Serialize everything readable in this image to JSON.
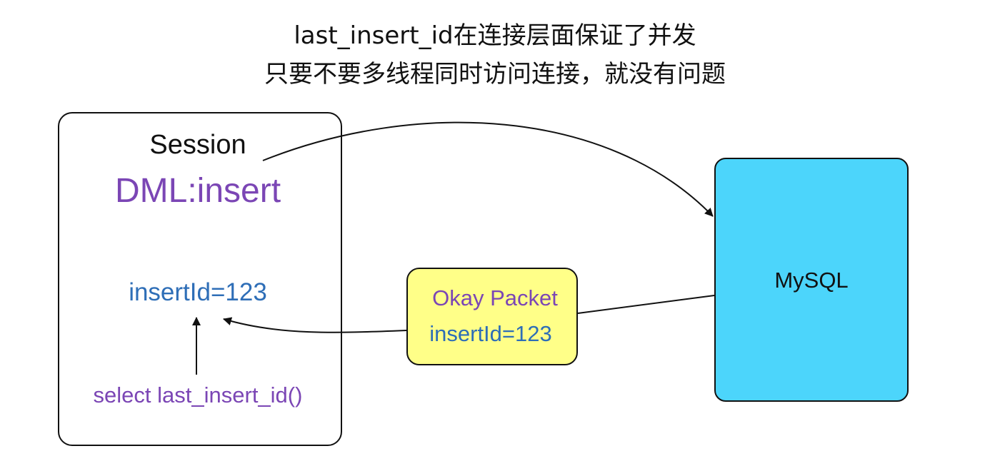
{
  "title": {
    "line1": "last_insert_id在连接层面保证了并发",
    "line2": "只要不要多线程同时访问连接，就没有问题"
  },
  "session": {
    "label": "Session",
    "dml": "DML:insert",
    "insert_id": "insertId=123",
    "query": "select last_insert_id()"
  },
  "packet": {
    "title": "Okay Packet",
    "insert_id": "insertId=123"
  },
  "mysql": {
    "label": "MySQL"
  },
  "colors": {
    "purple_text": "#7b46b5",
    "blue_text": "#2e6eb7",
    "packet_fill": "#ffff88",
    "mysql_fill": "#4cd5fb"
  }
}
